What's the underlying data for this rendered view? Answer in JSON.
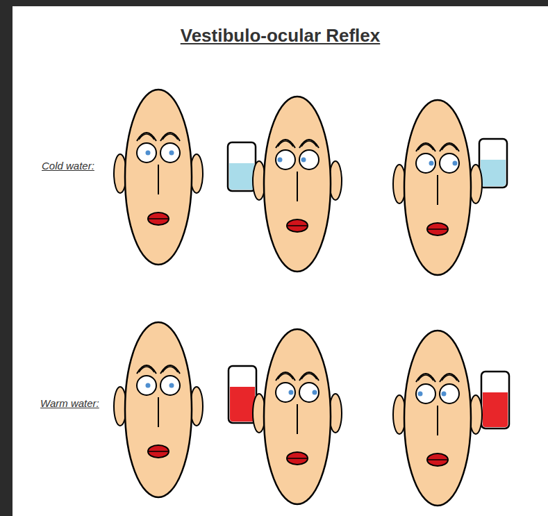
{
  "diagram": {
    "title": "Vestibulo-ocular Reflex",
    "labels": [
      "Cold water:",
      "Warm water:"
    ]
  }
}
